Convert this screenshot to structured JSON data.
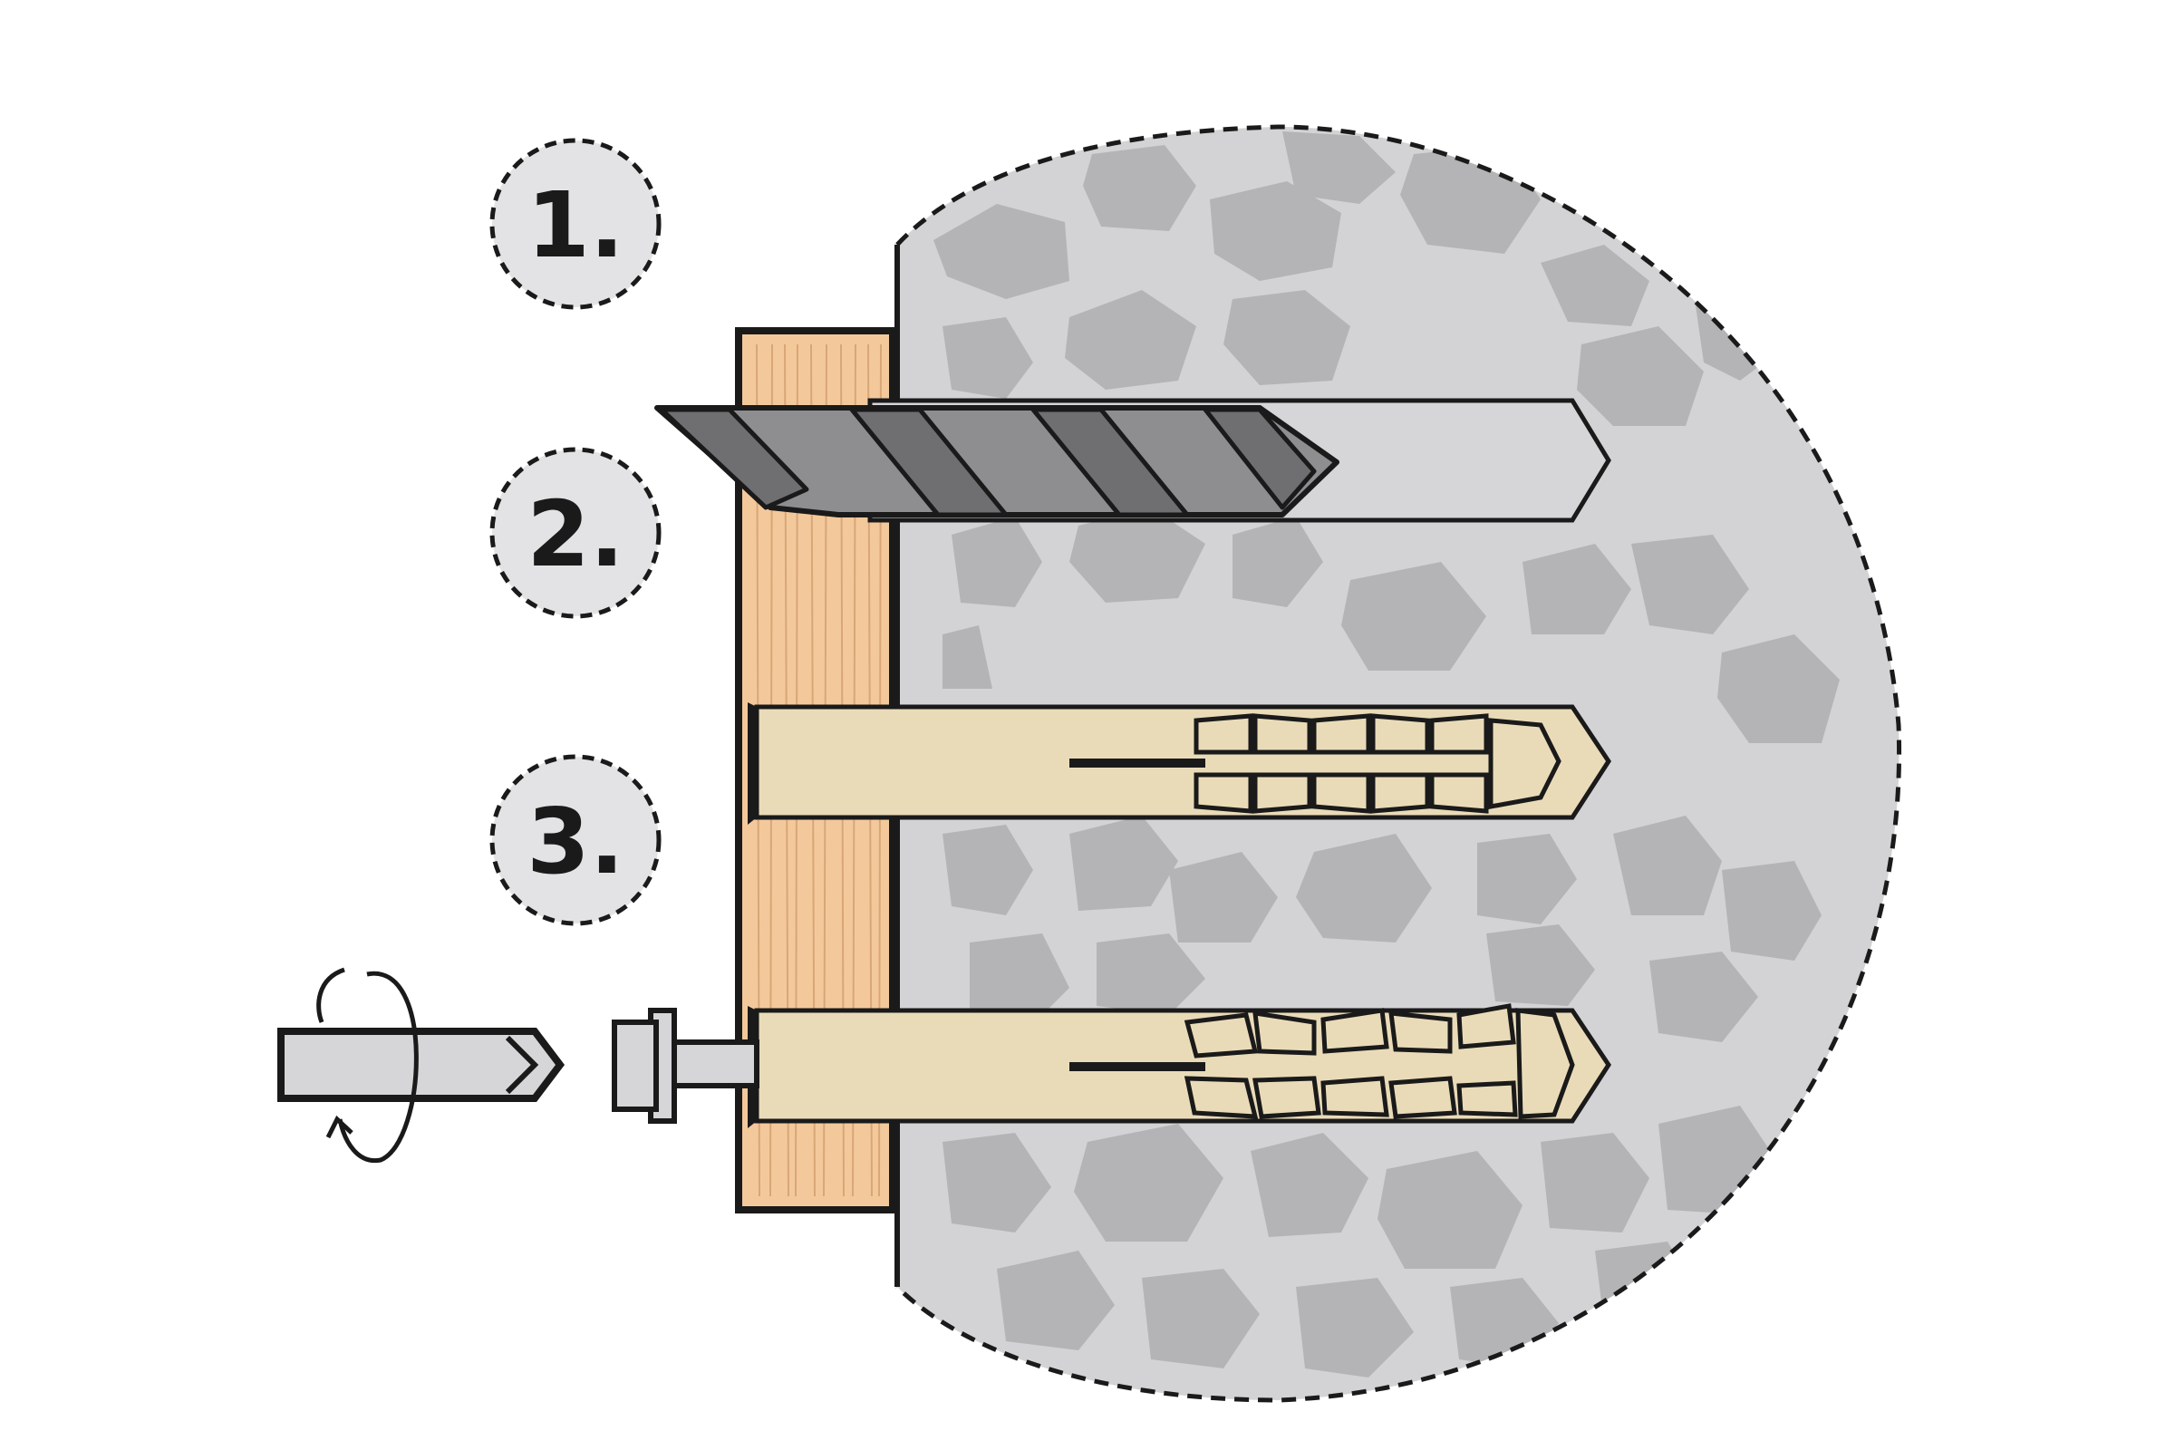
{
  "steps": [
    {
      "label": "1."
    },
    {
      "label": "2."
    },
    {
      "label": "3."
    }
  ],
  "colors": {
    "outline": "#1a1a1a",
    "wall": "#d3d3d5",
    "stone": "#b4b4b7",
    "wood": "#f3c99c",
    "wood_grain": "#d9a676",
    "plug": "#eadbb8",
    "drill_dark": "#8e8e91",
    "drill_light": "#d6d6d8",
    "metal": "#d6d6d8",
    "badge": "#e3e3e5"
  },
  "icons": [
    "rotation-arrow-icon",
    "screwdriver-bit-icon"
  ]
}
